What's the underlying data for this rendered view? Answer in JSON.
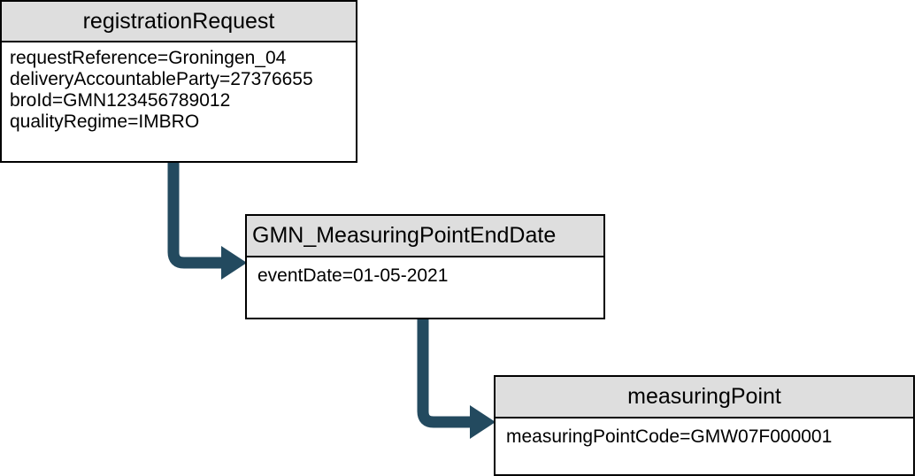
{
  "diagram": {
    "type": "uml-object-diagram",
    "colors": {
      "header_fill": "#dedede",
      "body_fill": "#ffffff",
      "border": "#000000",
      "connector": "#234a5f",
      "background": "#ffffff"
    },
    "objects": [
      {
        "id": "registration-request",
        "title": "registrationRequest",
        "attributes": [
          "requestReference=Groningen_04",
          "deliveryAccountableParty=27376655",
          "broId=GMN123456789012",
          "qualityRegime=IMBRO"
        ]
      },
      {
        "id": "measuring-point-end-date",
        "title": "GMN_MeasuringPointEndDate",
        "attributes": [
          "eventDate=01-05-2021"
        ]
      },
      {
        "id": "measuring-point",
        "title": "measuringPoint",
        "attributes": [
          "measuringPointCode=GMW07F000001"
        ]
      }
    ],
    "connectors": [
      {
        "id": "connector-request-to-enddate",
        "from": "registration-request",
        "to": "measuring-point-end-date",
        "style": "elbow-arrow",
        "arrowhead": "solid-triangle"
      },
      {
        "id": "connector-enddate-to-measuringpoint",
        "from": "measuring-point-end-date",
        "to": "measuring-point",
        "style": "elbow-arrow",
        "arrowhead": "solid-triangle"
      }
    ]
  }
}
